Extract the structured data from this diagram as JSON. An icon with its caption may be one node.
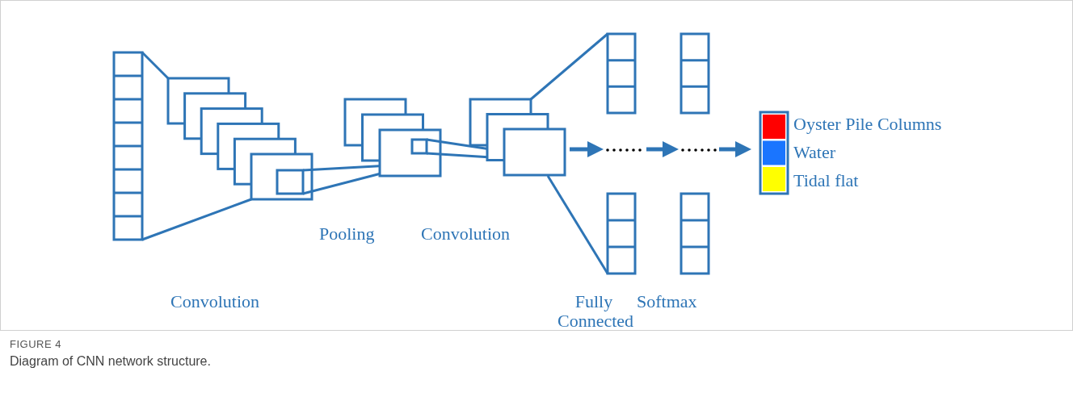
{
  "diagram": {
    "title": "FIGURE 4",
    "caption": "Diagram of CNN network structure.",
    "labels": [
      "Pooling",
      "Convolution",
      "Convolution",
      "Fully Connected",
      "Softmax"
    ],
    "legend": [
      {
        "text": "Oyster Pile Columns",
        "color": "#ff0000"
      },
      {
        "text": "Water",
        "color": "#1a75ff"
      },
      {
        "text": "Tidal flat",
        "color": "#ffff00"
      }
    ]
  }
}
